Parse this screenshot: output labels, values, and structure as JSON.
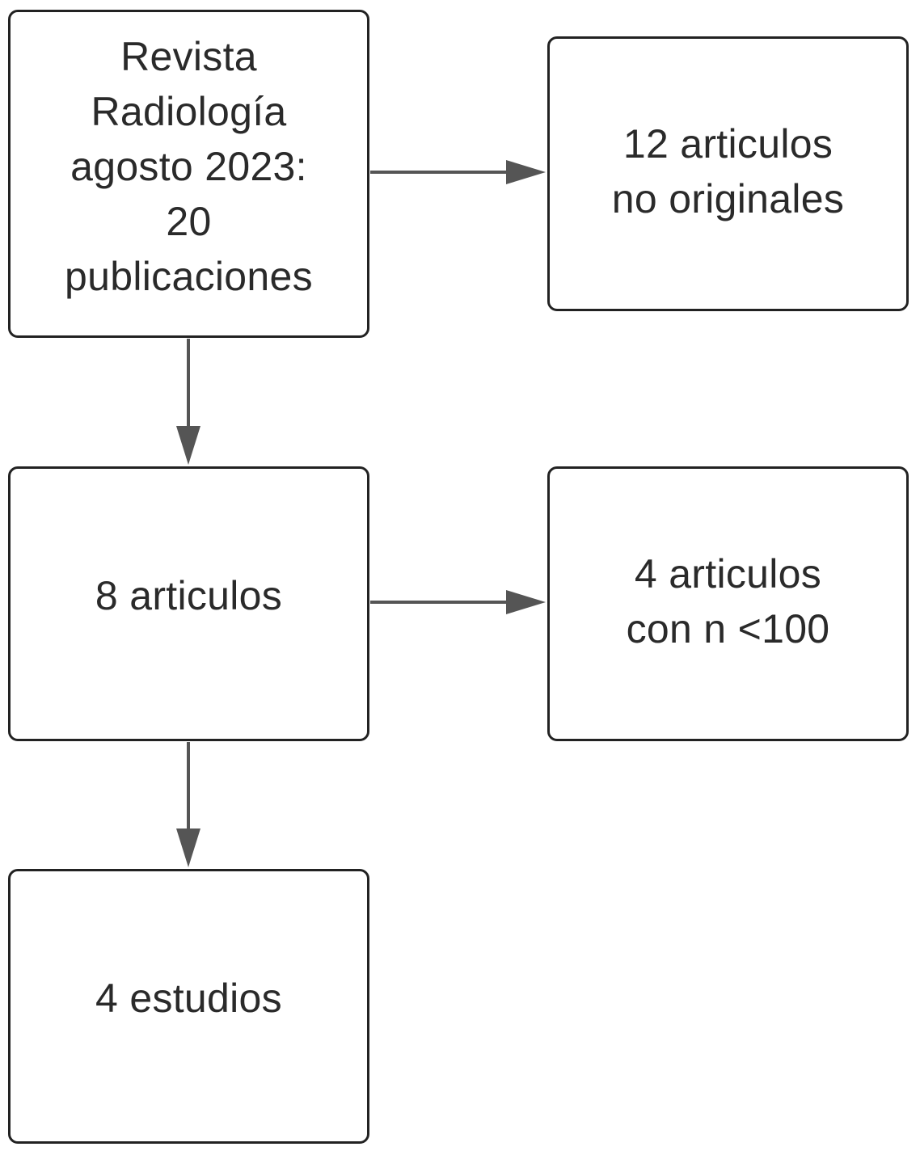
{
  "boxes": {
    "source": {
      "lines": [
        "Revista",
        "Radiología",
        "agosto 2023:",
        "20",
        "publicaciones"
      ]
    },
    "excluded_1": {
      "lines": [
        "12 articulos",
        "no originales"
      ]
    },
    "middle": {
      "lines": [
        "8 articulos"
      ]
    },
    "excluded_2": {
      "lines": [
        "4 articulos",
        "con n <100"
      ]
    },
    "final": {
      "lines": [
        "4 estudios"
      ]
    }
  },
  "colors": {
    "border": "#222222",
    "arrow": "#555555",
    "text": "#2a2a2a",
    "background": "#ffffff"
  }
}
